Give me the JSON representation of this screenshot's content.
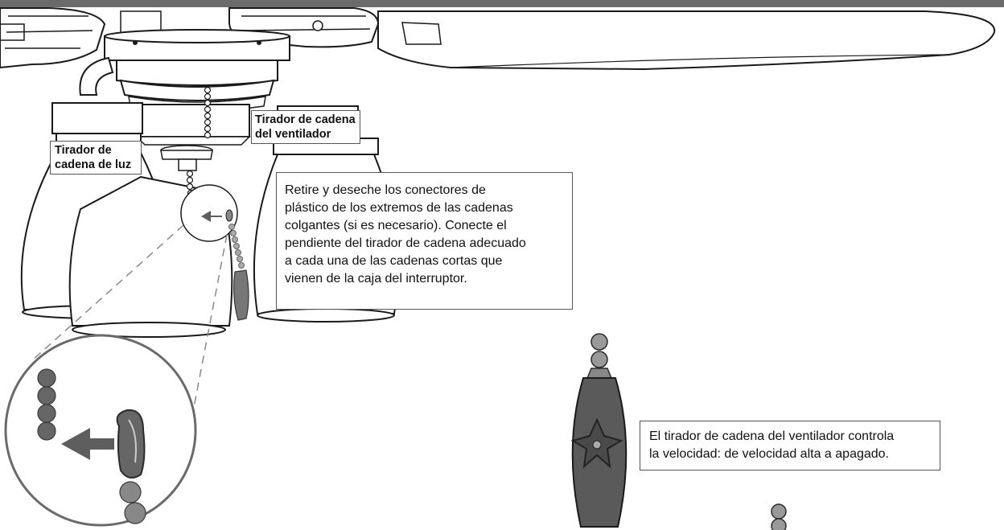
{
  "labels": {
    "light_pull_chain": [
      "Tirador de",
      "cadena de luz"
    ],
    "fan_pull_chain": [
      "Tirador de cadena",
      "del ventilador"
    ]
  },
  "instructions": {
    "lines": [
      "Retire y deseche los conectores de",
      "plástico de los extremos de las cadenas",
      "colgantes (si es necesario). Conecte el",
      "pendiente del tirador de cadena adecuado",
      "a cada una de las cadenas cortas que",
      "vienen de la caja del interruptor."
    ]
  },
  "speed_note": {
    "lines": [
      "El tirador de cadena del ventilador controla",
      "la velocidad: de velocidad alta a apagado."
    ]
  },
  "colors": {
    "stroke": "#1a1a1a",
    "fill": "#ffffff",
    "pendant": "#777777",
    "pendant_dark": "#4a4a4a",
    "arrow": "#5e5e5e",
    "dashed": "#888888",
    "top_bar": "#6b6b6b"
  },
  "icons": [
    "fan-blade",
    "fan-motor-housing",
    "light-glass-shade",
    "pull-chain",
    "pull-chain-pendant",
    "fan-speed-pendant",
    "star-icon",
    "arrow-left-icon",
    "magnifier-circle"
  ]
}
